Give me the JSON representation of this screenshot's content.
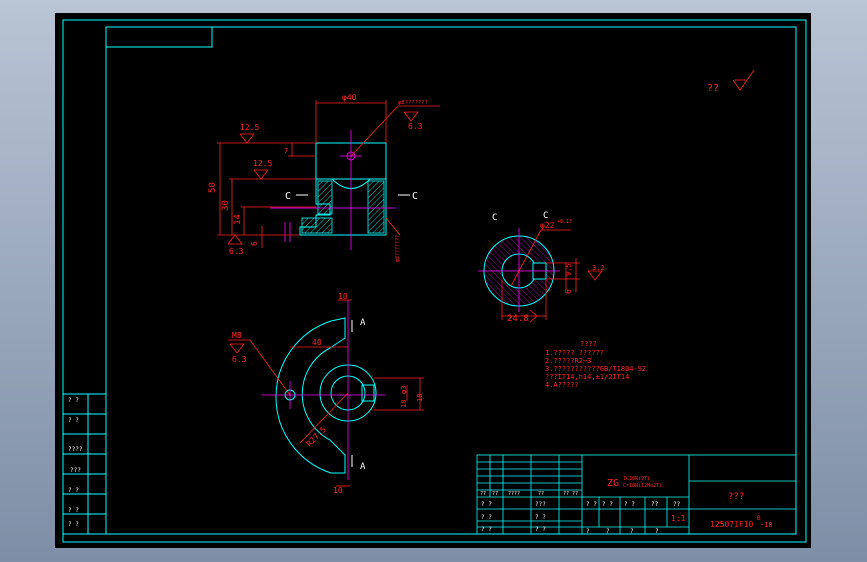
{
  "colors": {
    "background": "#000000",
    "frame": "#00ffff",
    "part": "#00ffff",
    "dimension": "#ff2222",
    "centerline": "#ff00ff",
    "title_block": "#00ffff",
    "title_text": "#ff2222",
    "notes": "#ff2222",
    "window": "#8fa0b8"
  },
  "drawing": {
    "roughness_general": "??",
    "front_view": {
      "dim_width": "φ40",
      "dim_height_total": "50",
      "dim_height_mid": "30",
      "dim_height_low": "14",
      "dim_small": "6",
      "dim_top_step": "7",
      "rough_top_left": "12.5",
      "rough_mid": "12.5",
      "rough_right": "6.3",
      "rough_bottom": "6.3",
      "hole_callout": "φ8???????",
      "hole_callout_vertical": "φ8???????",
      "section_left": "C",
      "section_right": "C"
    },
    "section_view": {
      "label_left": "C",
      "label_right": "C",
      "dim_bore": "φ22",
      "dim_bore_tol": "+0.13",
      "dim_keyway_width": "24.8",
      "dim_height": "6",
      "dim_vertical": "9.5",
      "rough_value": "3.2"
    },
    "top_view": {
      "dim_top": "10",
      "dim_bottom": "10",
      "dim_radius": "R27.5",
      "dim_offset": "40",
      "dim_hole": "M8",
      "rough_hole": "6.3",
      "dim_right_a": "φ3",
      "dim_right_b": "18",
      "dim_right_c": "18",
      "section_top": "A",
      "section_bottom": "A"
    },
    "notes": {
      "title": "????",
      "lines": [
        "1.????? ??????",
        "2.?????R2~3",
        "3.???????????GB/T1804-92",
        "  ???IT14,h14,±1/2IT14",
        "4.A?????"
      ]
    }
  },
  "revision_table": {
    "rows": [
      "? ?",
      "? ?",
      "????",
      "???",
      "? ?",
      "? ?",
      "? ?"
    ]
  },
  "title_block": {
    "material_code": "ZG",
    "material_line1": "1C18Ni9Ti",
    "material_line2": "Cr18Ni12Mo2Ti",
    "header_cells": [
      "??",
      "??",
      "????",
      "??",
      "??",
      "??"
    ],
    "left_rows": [
      "? ?",
      "? ?",
      "? ?"
    ],
    "mid_rows": [
      "???",
      "? ?",
      "? ?"
    ],
    "scale_headers": [
      "? ?",
      "? ?",
      "? ?",
      "??",
      "??"
    ],
    "scale_value": "1:1",
    "bottom_cells": [
      "?",
      "?",
      "?",
      "?"
    ],
    "drawing_name": "???",
    "drawing_number": "125071F10",
    "drawing_number_sub": "B",
    "drawing_number_suffix": "-18"
  }
}
